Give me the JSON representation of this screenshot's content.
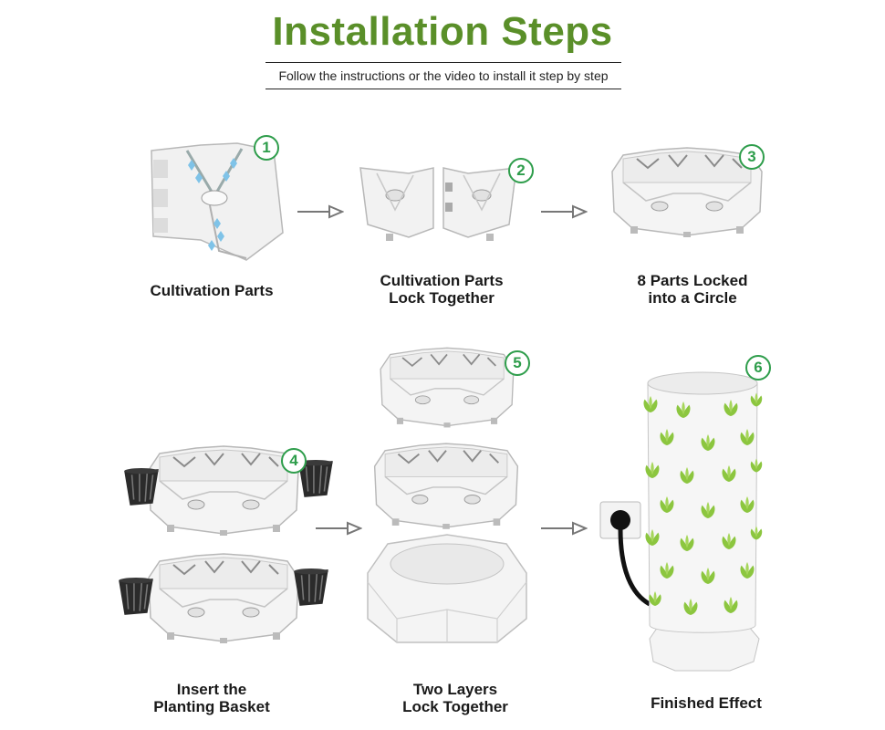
{
  "title": "Installation Steps",
  "subtitle": "Follow the instructions or the video to install it step by step",
  "colors": {
    "title_green": "#5a8f29",
    "badge_green": "#2e9d4b",
    "plant_green": "#8cc63f",
    "arrow_gray": "#777777"
  },
  "steps": [
    {
      "number": "1",
      "label": "Cultivation Parts"
    },
    {
      "number": "2",
      "label": "Cultivation Parts\nLock Together"
    },
    {
      "number": "3",
      "label": "8 Parts Locked\ninto a Circle"
    },
    {
      "number": "4",
      "label": "Insert the\nPlanting Basket"
    },
    {
      "number": "5",
      "label": "Two Layers\nLock Together"
    },
    {
      "number": "6",
      "label": "Finished Effect"
    }
  ],
  "icons": {
    "arrow": "arrow-right-icon",
    "plug": "power-socket-icon",
    "basket": "net-pot-icon"
  }
}
